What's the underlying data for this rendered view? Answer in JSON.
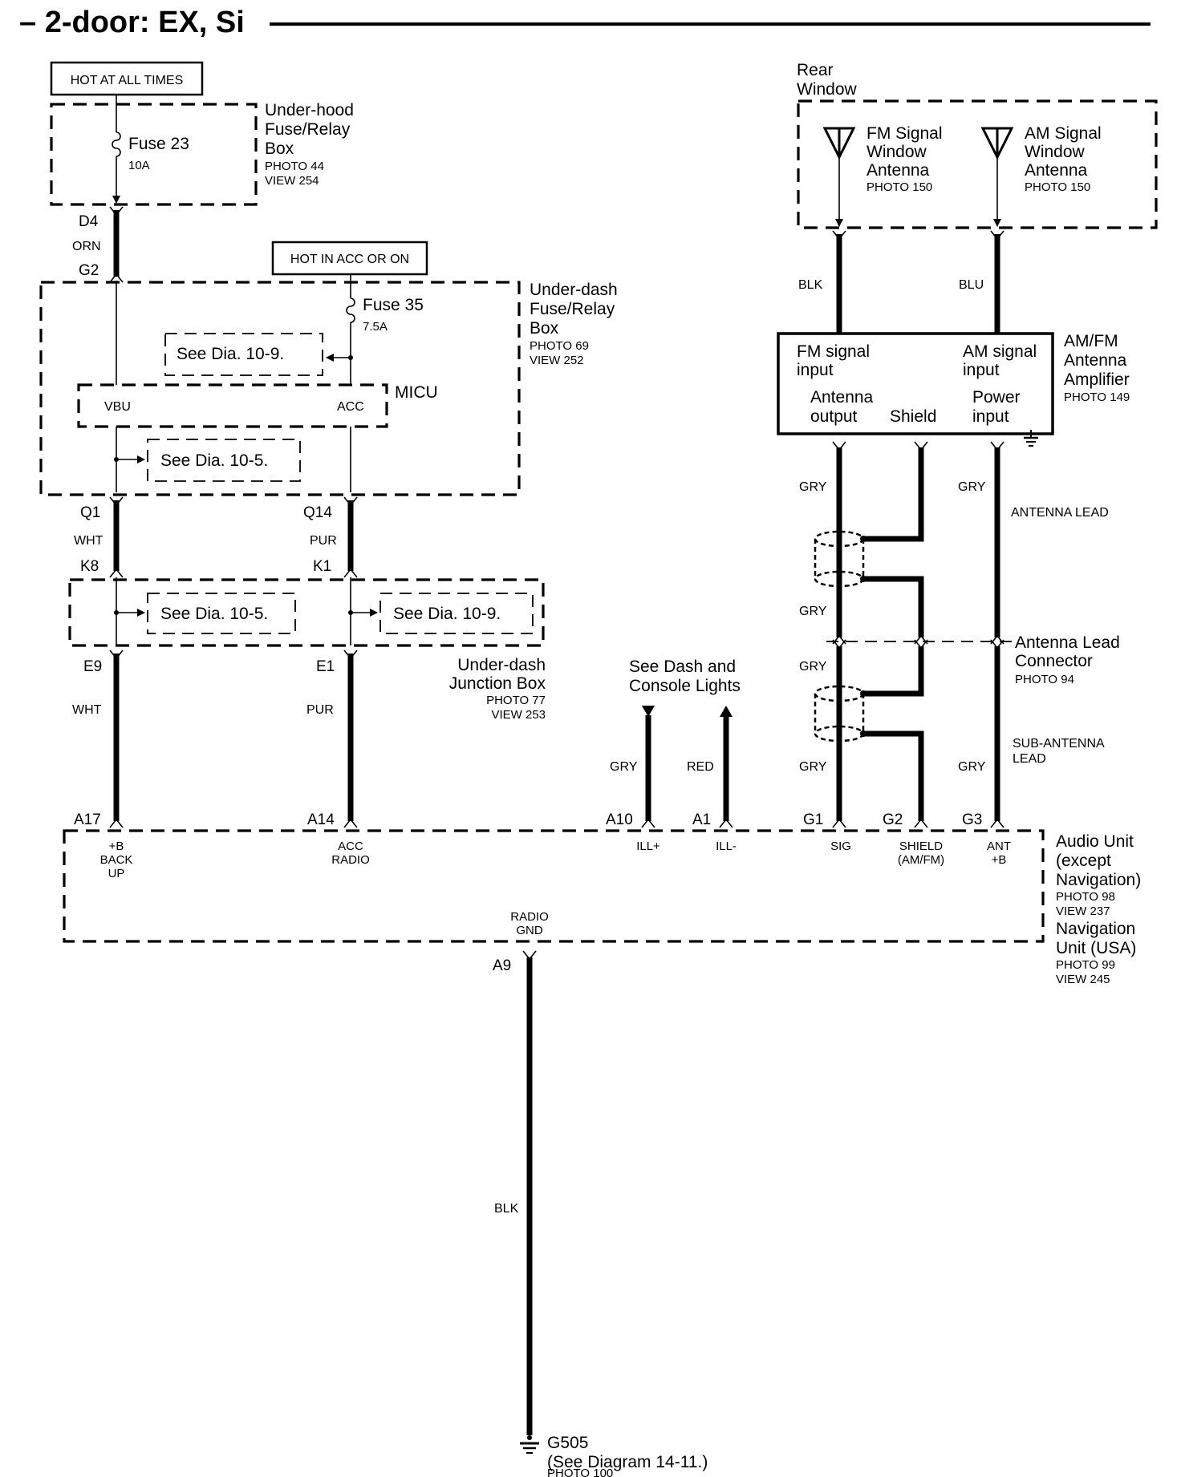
{
  "title": "– 2-door: EX, Si",
  "power_tags": {
    "hot_at_all_times": "HOT AT ALL TIMES",
    "hot_in_acc_or_on": "HOT IN ACC OR ON"
  },
  "underhood_box": {
    "name_lines": [
      "Under-hood",
      "Fuse/Relay",
      "Box"
    ],
    "ref_lines": [
      "PHOTO 44",
      "VIEW 254"
    ],
    "fuse_label": "Fuse 23",
    "fuse_rating": "10A"
  },
  "underdash_fuse_box": {
    "name_lines": [
      "Under-dash",
      "Fuse/Relay",
      "Box"
    ],
    "ref_lines": [
      "PHOTO 69",
      "VIEW 252"
    ],
    "fuse_label": "Fuse 35",
    "fuse_rating": "7.5A",
    "see_ref_top": "See Dia. 10-9.",
    "see_ref_bottom": "See Dia. 10-5.",
    "micu_label": "MICU",
    "micu_pin_vbu": "VBU",
    "micu_pin_acc": "ACC"
  },
  "junction_box": {
    "name_lines": [
      "Under-dash",
      "Junction Box"
    ],
    "ref_lines": [
      "PHOTO 77",
      "VIEW 253"
    ],
    "see_ref_left": "See Dia. 10-5.",
    "see_ref_right": "See Dia. 10-9."
  },
  "rear_window": {
    "label_lines": [
      "Rear",
      "Window"
    ],
    "fm_antenna_lines": [
      "FM Signal",
      "Window",
      "Antenna"
    ],
    "am_antenna_lines": [
      "AM Signal",
      "Window",
      "Antenna"
    ],
    "fm_photo": "PHOTO 150",
    "am_photo": "PHOTO 150"
  },
  "amplifier": {
    "name_lines": [
      "AM/FM",
      "Antenna",
      "Amplifier"
    ],
    "ref": "PHOTO 149",
    "fm_input_lines": [
      "FM signal",
      "input"
    ],
    "am_input_lines": [
      "AM signal",
      "input"
    ],
    "antenna_output_lines": [
      "Antenna",
      "output"
    ],
    "shield": "Shield",
    "power_input_lines": [
      "Power",
      "input"
    ]
  },
  "antenna_lead_connector": {
    "name_lines": [
      "Antenna Lead",
      "Connector"
    ],
    "ref": "PHOTO 94"
  },
  "dash_lights_ref_lines": [
    "See Dash and",
    "Console Lights"
  ],
  "lead_labels": {
    "antenna_lead": "ANTENNA LEAD",
    "sub_antenna_lead_lines": [
      "SUB-ANTENNA",
      "LEAD"
    ]
  },
  "wire_colors": {
    "orn": "ORN",
    "wht_upper": "WHT",
    "pur_upper": "PUR",
    "wht_lower": "WHT",
    "pur_lower": "PUR",
    "blk_ant": "BLK",
    "blu_ant": "BLU",
    "gry_1": "GRY",
    "gry_2": "GRY",
    "gry_3": "GRY",
    "gry_4": "GRY",
    "gry_5": "GRY",
    "gry_6": "GRY",
    "gry_ill": "GRY",
    "red_ill": "RED",
    "blk_gnd": "BLK"
  },
  "connectors": {
    "d4": "D4",
    "g2": "G2",
    "q1": "Q1",
    "q14": "Q14",
    "k8": "K8",
    "k1": "K1",
    "e9": "E9",
    "e1": "E1",
    "a17": "A17",
    "a14": "A14",
    "a10": "A10",
    "a1": "A1",
    "g1": "G1",
    "g2b": "G2",
    "g3": "G3",
    "a9": "A9"
  },
  "audio_unit": {
    "name_lines": [
      "Audio Unit",
      "(except",
      "Navigation)"
    ],
    "ref_lines": [
      "PHOTO 98",
      "VIEW 237"
    ],
    "nav_lines": [
      "Navigation",
      "Unit (USA)"
    ],
    "nav_ref_lines": [
      "PHOTO 99",
      "VIEW 245"
    ],
    "pin_bup_lines": [
      "+B",
      "BACK",
      "UP"
    ],
    "pin_acc_lines": [
      "ACC",
      "RADIO"
    ],
    "pin_illp": "ILL+",
    "pin_illm": "ILL-",
    "pin_sig": "SIG",
    "pin_shield_lines": [
      "SHIELD",
      "(AM/FM)"
    ],
    "pin_ant_lines": [
      "ANT",
      "+B"
    ],
    "radio_gnd_lines": [
      "RADIO",
      "GND"
    ]
  },
  "ground": {
    "name": "G505",
    "see_ref": "(See Diagram 14-11.)",
    "photo": "PHOTO 100"
  }
}
